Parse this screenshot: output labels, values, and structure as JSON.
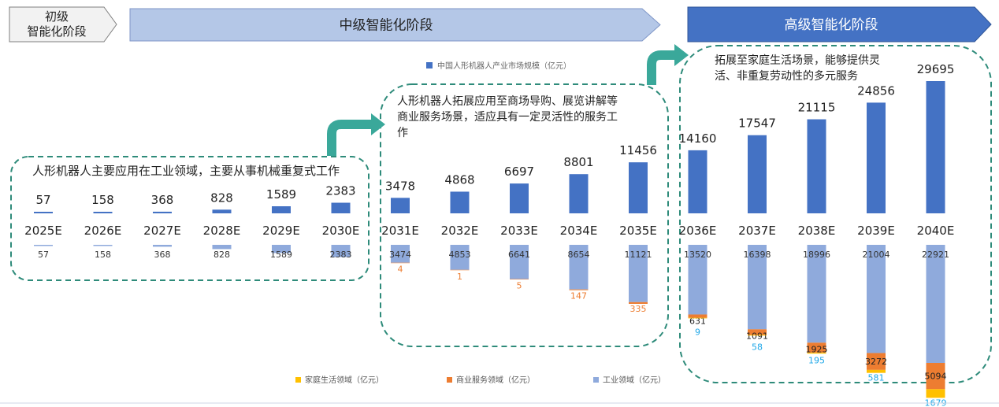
{
  "stages": [
    {
      "label_lines": [
        "初级",
        "智能化阶段"
      ],
      "fill": "#f2f2f2",
      "stroke": "#7f7f7f",
      "text_color": "#222222"
    },
    {
      "label_lines": [
        "中级智能化阶段"
      ],
      "fill": "#b4c7e7",
      "stroke": "#7f96c7",
      "text_color": "#222222"
    },
    {
      "label_lines": [
        "高级智能化阶段"
      ],
      "fill": "#4472c4",
      "stroke": "#2f5597",
      "text_color": "#ffffff"
    }
  ],
  "callouts": [
    {
      "lines": [
        "人形机器人主要应用在工业领域，主要从事机械重复式工作"
      ]
    },
    {
      "lines": [
        "人形机器人拓展应用至商场导购、展览讲解等",
        "商业服务场景，适应具有一定灵活性的服务工",
        "作"
      ]
    },
    {
      "lines": [
        "拓展至家庭生活场景，能够提供灵",
        "活、非重复劳动性的多元服务"
      ]
    }
  ],
  "colors": {
    "total": "#4472c4",
    "industrial": "#8faadc",
    "commercial": "#ed7d31",
    "household": "#ffc000",
    "commercial_label": "#ed7d31",
    "household_label": "#1ea7e8",
    "dash_border": "#2e8b7a",
    "arrow": "#3aa89a"
  },
  "chart_data": {
    "type": "bar",
    "categories": [
      "2025E",
      "2026E",
      "2027E",
      "2028E",
      "2029E",
      "2030E",
      "2031E",
      "2032E",
      "2033E",
      "2034E",
      "2035E",
      "2036E",
      "2037E",
      "2038E",
      "2039E",
      "2040E"
    ],
    "top_legend": "中国人形机器人产业市场规模（亿元）",
    "series": [
      {
        "name": "中国人形机器人产业市场规模（亿元）",
        "key": "total",
        "values": [
          57,
          158,
          368,
          828,
          1589,
          2383,
          3478,
          4868,
          6697,
          8801,
          11456,
          14160,
          17547,
          21115,
          24856,
          29695
        ]
      },
      {
        "name": "工业领域（亿元）",
        "key": "industrial",
        "values": [
          57,
          158,
          368,
          828,
          1589,
          2383,
          3474,
          4853,
          6641,
          8654,
          11121,
          13520,
          16398,
          18996,
          21004,
          22921
        ]
      },
      {
        "name": "商业服务领域（亿元）",
        "key": "commercial",
        "values": [
          null,
          null,
          null,
          null,
          null,
          null,
          4,
          1,
          5,
          147,
          335,
          631,
          1091,
          1925,
          3272,
          5094
        ]
      },
      {
        "name": "家庭生活领域（亿元）",
        "key": "household",
        "values": [
          null,
          null,
          null,
          null,
          null,
          null,
          null,
          null,
          null,
          null,
          null,
          9,
          58,
          195,
          581,
          1679
        ]
      }
    ],
    "bottom_legend": [
      "家庭生活领域（亿元）",
      "商业服务领域（亿元）",
      "工业领域（亿元）"
    ]
  }
}
